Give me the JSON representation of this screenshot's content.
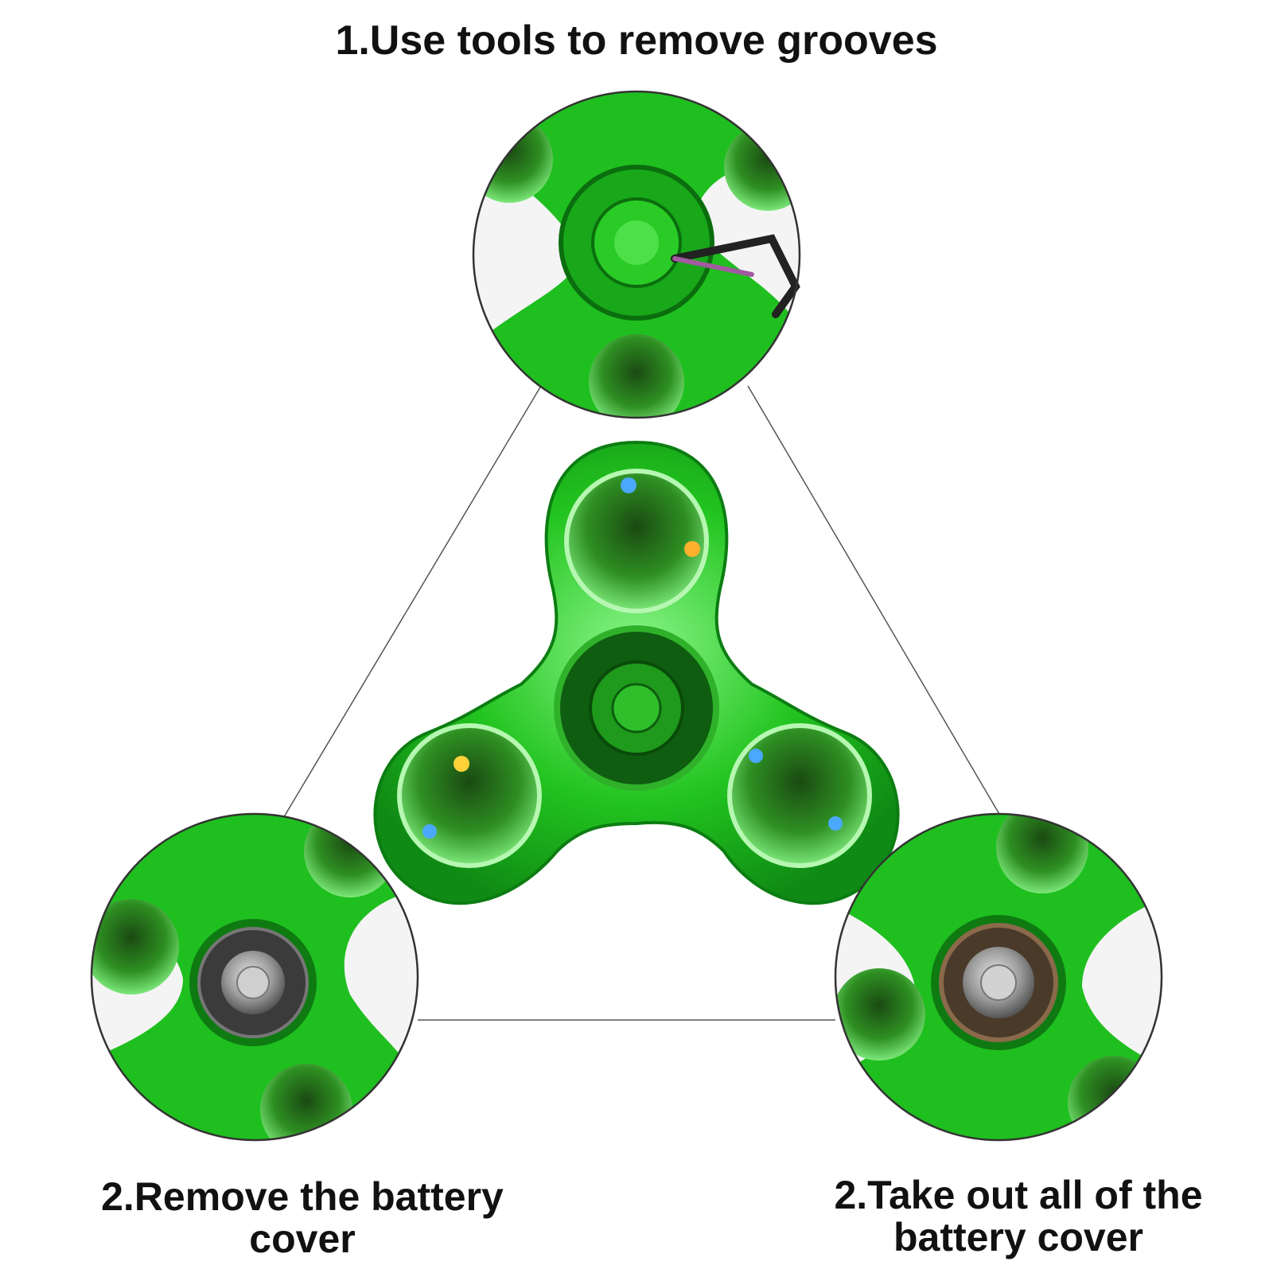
{
  "steps": [
    {
      "text": "1.Use tools to remove grooves"
    },
    {
      "text": "2.Remove the battery\ncover"
    },
    {
      "text": "2.Take out all of the\nbattery cover"
    }
  ],
  "colors": {
    "spinner_green": "#1fbf1f",
    "spinner_dark": "#0a7a12",
    "spinner_light": "#7ef07a",
    "bearing_metal": "#9a9a9a",
    "connector_line": "#555555"
  }
}
